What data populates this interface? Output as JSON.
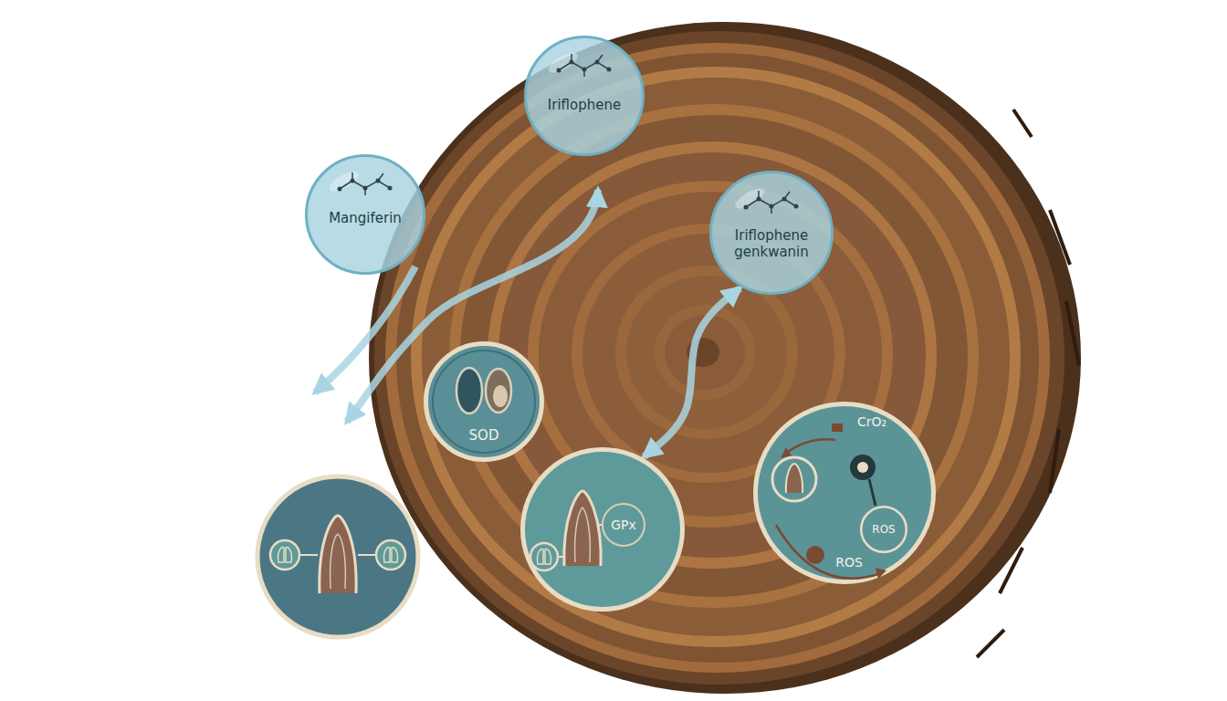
{
  "diagram": {
    "nodes": [
      {
        "text": [
          "Iriflophene"
        ]
      },
      {
        "text": [
          "Mangiferin"
        ]
      },
      {
        "text": [
          "Iriflophene genkwanin"
        ]
      },
      {
        "text": [
          "SOD"
        ]
      },
      {
        "text": [
          "CrO₂",
          "ROS"
        ]
      },
      {
        "text": [
          "ROS"
        ],
        "in": 4
      },
      {
        "text": [
          "GPx"
        ]
      }
    ],
    "edges": [
      {
        "from": 6,
        "to": 2,
        "arrow": "both"
      }
    ]
  }
}
